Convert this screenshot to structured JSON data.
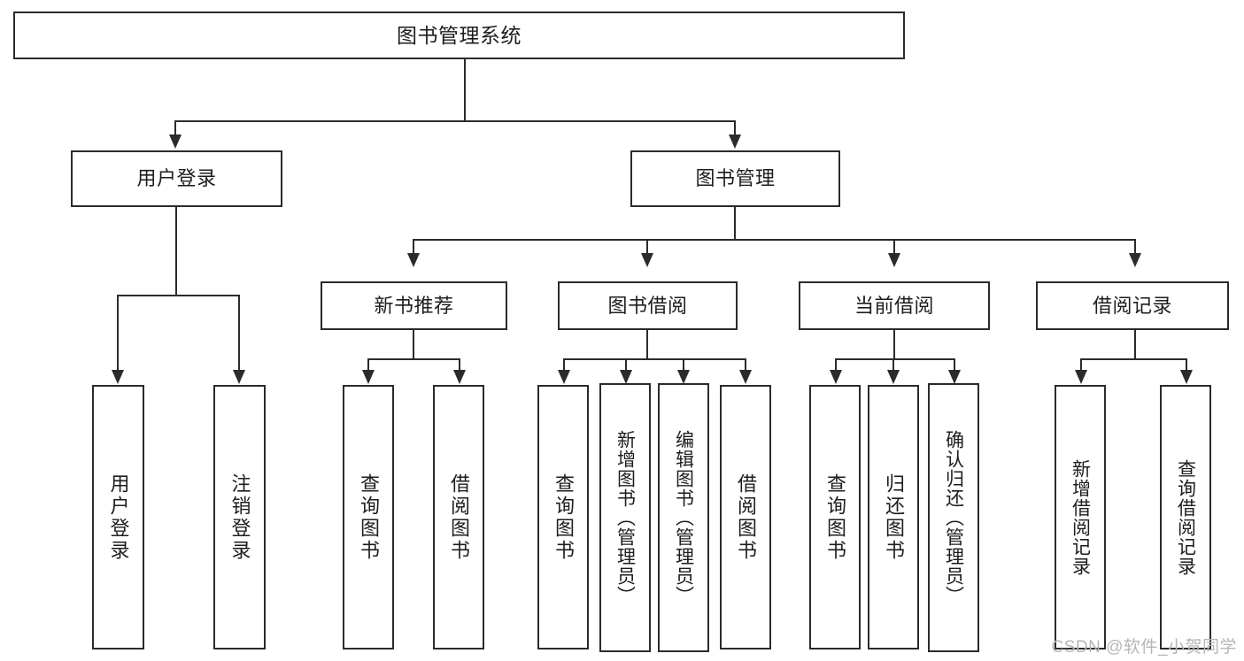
{
  "diagram": {
    "title": "图书管理系统",
    "type": "functional-decomposition-tree",
    "root": {
      "label": "图书管理系统"
    },
    "level2": [
      {
        "label": "用户登录"
      },
      {
        "label": "图书管理"
      }
    ],
    "level3": [
      {
        "label": "新书推荐"
      },
      {
        "label": "图书借阅"
      },
      {
        "label": "当前借阅"
      },
      {
        "label": "借阅记录"
      }
    ],
    "leaves": {
      "user_login": [
        {
          "label": "用户登录"
        },
        {
          "label": "注销登录"
        }
      ],
      "new_book_recommend": [
        {
          "label": "查询图书"
        },
        {
          "label": "借阅图书"
        }
      ],
      "book_borrow": [
        {
          "label": "查询图书"
        },
        {
          "label": "新增图书（管理员）"
        },
        {
          "label": "编辑图书（管理员）"
        },
        {
          "label": "借阅图书"
        }
      ],
      "current_borrow": [
        {
          "label": "查询图书"
        },
        {
          "label": "归还图书"
        },
        {
          "label": "确认归还（管理员）"
        }
      ],
      "borrow_record": [
        {
          "label": "新增借阅记录"
        },
        {
          "label": "查询借阅记录"
        }
      ]
    }
  },
  "watermark": {
    "text": "CSDN @软件_小贺同学"
  },
  "colors": {
    "stroke": "#2b2b2b",
    "background": "#ffffff",
    "text": "#1d1d1d",
    "watermark": "#b6b6b6"
  }
}
